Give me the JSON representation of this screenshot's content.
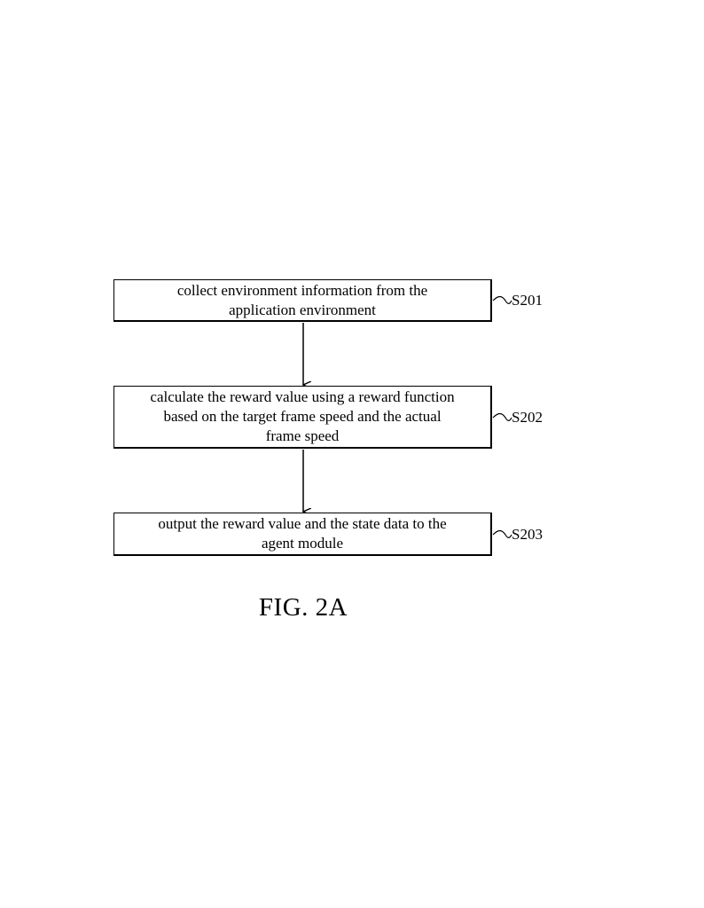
{
  "figure": {
    "caption": "FIG. 2A"
  },
  "steps": [
    {
      "id": "S201",
      "text": "collect environment information from the\napplication environment"
    },
    {
      "id": "S202",
      "text": "calculate the reward value using a reward function\nbased on the target frame speed and the actual\nframe speed"
    },
    {
      "id": "S203",
      "text": "output the reward value and the state data to the\nagent module"
    }
  ],
  "colors": {
    "line": "#000000",
    "background": "#ffffff"
  }
}
